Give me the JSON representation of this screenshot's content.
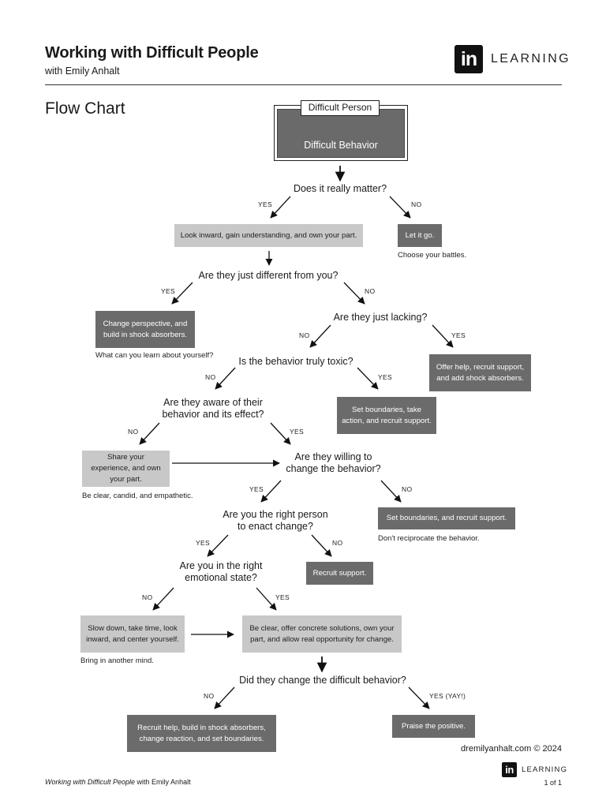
{
  "header": {
    "title": "Working with Difficult People",
    "subtitle": "with Emily Anhalt",
    "logo_mark": "in",
    "logo_word": "LEARNING"
  },
  "section_title": "Flow Chart",
  "flow": {
    "start_top": "Difficult Person",
    "start_bottom": "Difficult Behavior",
    "q1": "Does it really matter?",
    "q1_yes": "YES",
    "q1_no": "NO",
    "b_look_inward": "Look inward, gain understanding, and own your part.",
    "b_let_go": "Let it go.",
    "n_choose": "Choose your battles.",
    "q2": "Are they just different from you?",
    "q2_yes": "YES",
    "q2_no": "NO",
    "b_change_perspective": "Change perspective, and build in shock absorbers.",
    "n_learn": "What can you learn about yourself?",
    "q3": "Are they just lacking?",
    "q3_no": "NO",
    "q3_yes": "YES",
    "b_offer_help": "Offer help, recruit support, and add shock absorbers.",
    "q4": "Is the behavior truly toxic?",
    "q4_no": "NO",
    "q4_yes": "YES",
    "b_set_boundaries_1": "Set boundaries, take action, and recruit support.",
    "q5_line1": "Are they aware of their",
    "q5_line2": "behavior and its effect?",
    "q5_no": "NO",
    "q5_yes": "YES",
    "b_share": "Share your experience, and own your part.",
    "n_clear": "Be clear, candid, and empathetic.",
    "q6_line1": "Are they willing to",
    "q6_line2": "change the behavior?",
    "q6_yes": "YES",
    "q6_no": "NO",
    "b_set_boundaries_2": "Set boundaries, and recruit support.",
    "n_reciprocate": "Don't reciprocate the behavior.",
    "q7_line1": "Are you the right person",
    "q7_line2": "to enact change?",
    "q7_yes": "YES",
    "q7_no": "NO",
    "b_recruit": "Recruit support.",
    "q8_line1": "Are you in the right",
    "q8_line2": "emotional state?",
    "q8_no": "NO",
    "q8_yes": "YES",
    "b_slow_down": "Slow down, take time, look inward, and center yourself.",
    "n_mind": "Bring in another mind.",
    "b_be_clear": "Be clear, offer concrete solutions, own your part, and allow real opportunity for change.",
    "q9": "Did they change the difficult behavior?",
    "q9_no": "NO",
    "q9_yes": "YES (YAY!)",
    "b_recruit_help": "Recruit help, build in shock absorbers, change reaction, and set boundaries.",
    "b_praise": "Praise the positive."
  },
  "footer": {
    "site": "dremilyanhalt.com  © 2024",
    "course_title": "Working with Difficult People",
    "course_suffix": " with Emily Anhalt",
    "logo_mark": "in",
    "logo_word": "LEARNING",
    "page": "1 of 1"
  }
}
